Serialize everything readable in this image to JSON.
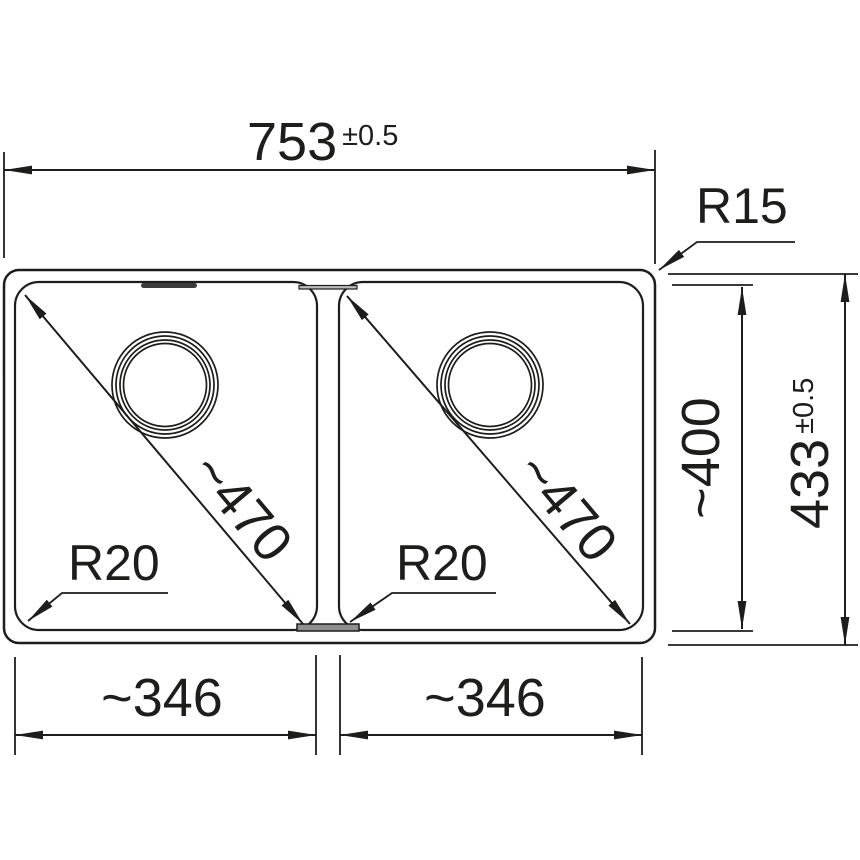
{
  "drawing": {
    "kind": "double-bowl sink installation dimension drawing",
    "dimensions": {
      "overall_width": {
        "value": "753",
        "tolerance": "±0.5"
      },
      "overall_depth": {
        "value": "433",
        "tolerance": "±0.5"
      },
      "bowl_depth": {
        "value": "~400"
      },
      "bowl_width_left": {
        "value": "~346"
      },
      "bowl_width_right": {
        "value": "~346"
      },
      "bowl_diagonal_left": {
        "value": "~470"
      },
      "bowl_diagonal_right": {
        "value": "~470"
      },
      "outer_corner_radius": {
        "value": "R15"
      },
      "bowl_corner_radius_left": {
        "value": "R20"
      },
      "bowl_corner_radius_right": {
        "value": "R20"
      }
    },
    "colors": {
      "line": "#1d1d1b",
      "background": "#ffffff",
      "bottom_seam_fill": "#8f8f8f",
      "top_seam_fill": "#bdbdbd",
      "overflow_slot_fill": "#3c3c3c"
    }
  }
}
